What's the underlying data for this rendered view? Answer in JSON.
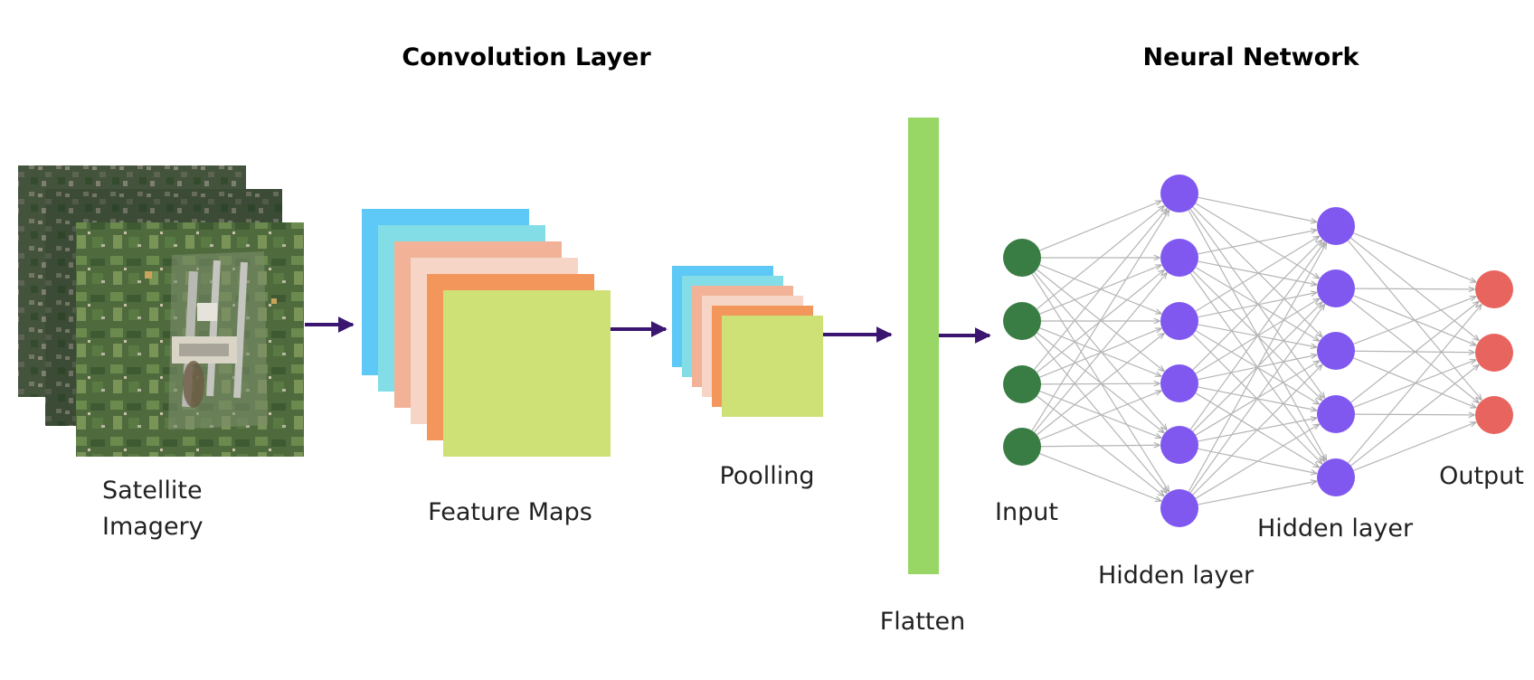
{
  "titles": {
    "convolution": "Convolution Layer",
    "neural_network": "Neural Network"
  },
  "labels": {
    "satellite_line1": "Satellite",
    "satellite_line2": "Imagery",
    "feature_maps": "Feature Maps",
    "pooling": "Poolling",
    "flatten": "Flatten",
    "input": "Input",
    "hidden1": "Hidden layer",
    "hidden2": "Hidden layer",
    "output": "Output"
  },
  "network": {
    "layers": [
      {
        "name": "input",
        "nodes": 4,
        "color": "#3a7d44"
      },
      {
        "name": "hidden-1",
        "nodes": 6,
        "color": "#8058f0"
      },
      {
        "name": "hidden-2",
        "nodes": 5,
        "color": "#8058f0"
      },
      {
        "name": "output",
        "nodes": 3,
        "color": "#e8645e"
      }
    ],
    "edge_color": "#b5b5b5"
  },
  "colors": {
    "arrow": "#3b1670",
    "flatten_bar": "#98d666",
    "map_layers": [
      "#5ec8f6",
      "#82dde6",
      "#f1b298",
      "#f7d5c6",
      "#f3965c",
      "#cee177"
    ]
  }
}
